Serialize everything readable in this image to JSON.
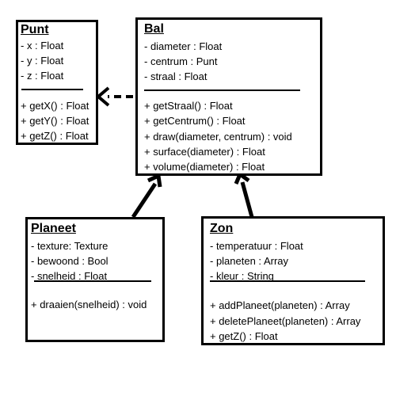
{
  "classes": {
    "punt": {
      "name": "Punt",
      "attributes": [
        "- x : Float",
        "- y : Float",
        "- z : Float"
      ],
      "methods": [
        "+ getX() : Float",
        "+ getY() : Float",
        "+ getZ() : Float"
      ]
    },
    "bal": {
      "name": "Bal",
      "attributes": [
        "- diameter : Float",
        "- centrum : Punt",
        "- straal : Float"
      ],
      "methods": [
        "+ getStraal() : Float",
        "+ getCentrum() : Float",
        "+ draw(diameter, centrum) : void",
        "+ surface(diameter) : Float",
        "+ volume(diameter) : Float"
      ]
    },
    "planeet": {
      "name": "Planeet",
      "attributes": [
        "- texture: Texture",
        "- bewoond : Bool",
        "- snelheid : Float"
      ],
      "methods": [
        "+ draaien(snelheid) : void"
      ]
    },
    "zon": {
      "name": "Zon",
      "attributes": [
        "- temperatuur : Float",
        "- planeten : Array",
        "- kleur : String"
      ],
      "methods": [
        "+ addPlaneet(planeten) : Array",
        "+ deletePlaneet(planeten) : Array",
        "+ getZ() : Float"
      ]
    }
  },
  "relations": [
    {
      "type": "dependency",
      "from": "Bal",
      "to": "Punt"
    },
    {
      "type": "inheritance",
      "from": "Planeet",
      "to": "Bal"
    },
    {
      "type": "inheritance",
      "from": "Zon",
      "to": "Bal"
    }
  ]
}
